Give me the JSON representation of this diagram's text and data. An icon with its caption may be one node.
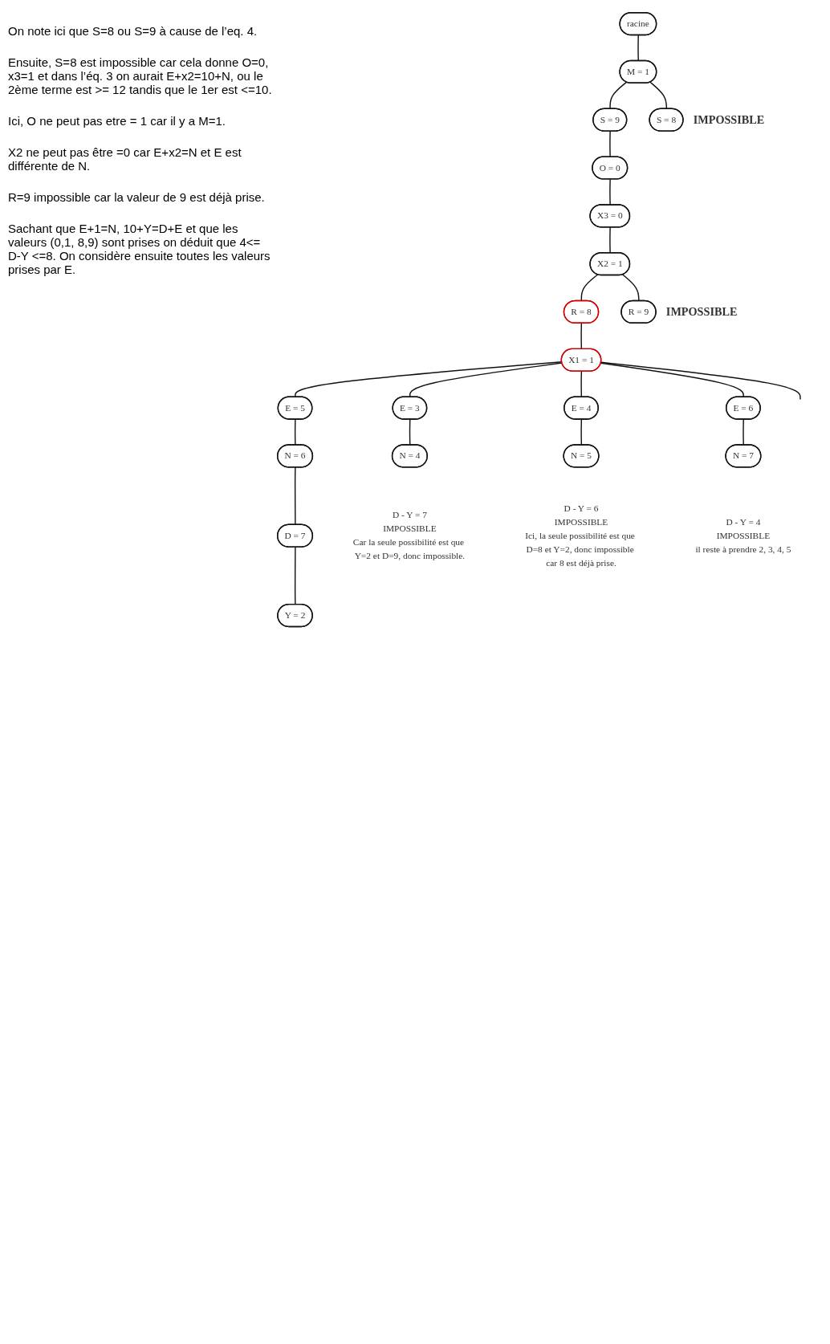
{
  "diagram": {
    "nodes": [
      {
        "text": [
          "racine"
        ]
      },
      {
        "text": [
          "M = 1"
        ]
      },
      {
        "text": [
          "S = 9"
        ]
      },
      {
        "text": [
          "S = 8"
        ],
        "beside": [
          "IMPOSSIBLE"
        ]
      },
      {
        "text": [
          "O = 0"
        ]
      },
      {
        "text": [
          "X3 = 0"
        ]
      },
      {
        "text": [
          "X2 = 1"
        ]
      },
      {
        "text": [
          "R = 8"
        ]
      },
      {
        "text": [
          "R = 9"
        ],
        "beside": [
          "IMPOSSIBLE"
        ]
      },
      {
        "text": [
          "X1 = 1"
        ]
      },
      {
        "text": [
          "E = 3"
        ]
      },
      {
        "text": [
          "N = 4"
        ],
        "beside": [
          "D - Y = 7",
          "IMPOSSIBLE",
          "Car la seule possibilité est que Y=2 et D=9, donc impossible."
        ]
      },
      {
        "text": [
          "E = 4"
        ]
      },
      {
        "text": [
          "N = 5"
        ],
        "beside": [
          "D - Y = 6",
          "IMPOSSIBLE",
          "Ici, la seule possibilité est que D=8 et Y=2, donc impossible car 8 est déjà prise."
        ]
      },
      {
        "text": [
          "E = 5"
        ]
      },
      {
        "text": [
          "N = 6"
        ]
      },
      {
        "text": [
          "D = 7"
        ]
      },
      {
        "text": [
          "Y = 2"
        ]
      },
      {
        "text": [
          "E = 6"
        ]
      },
      {
        "text": [
          "N = 7"
        ],
        "beside": [
          "D - Y = 4",
          "IMPOSSIBLE",
          "il reste à prendre 2, 3, 4, 5"
        ]
      }
    ],
    "edges": [
      {
        "from": 0,
        "to": 1,
        "arrow": "none"
      },
      {
        "from": 1,
        "to": 2,
        "arrow": "none"
      },
      {
        "from": 1,
        "to": 3,
        "arrow": "none"
      },
      {
        "from": 2,
        "to": 4,
        "arrow": "none"
      },
      {
        "from": 4,
        "to": 5,
        "arrow": "none"
      },
      {
        "from": 5,
        "to": 6,
        "arrow": "none"
      },
      {
        "from": 6,
        "to": 7,
        "arrow": "none"
      },
      {
        "from": 6,
        "to": 8,
        "arrow": "none"
      },
      {
        "from": 7,
        "to": 9,
        "arrow": "none"
      },
      {
        "from": 9,
        "to": null,
        "arrow": "none"
      },
      {
        "from": 9,
        "to": 10,
        "arrow": "none"
      },
      {
        "from": 9,
        "to": 12,
        "arrow": "none"
      },
      {
        "from": 9,
        "to": 14,
        "arrow": "none"
      },
      {
        "from": 9,
        "to": 18,
        "arrow": "none"
      },
      {
        "from": 10,
        "to": 11,
        "arrow": "none"
      },
      {
        "from": 12,
        "to": 13,
        "arrow": "none"
      },
      {
        "from": 14,
        "to": 15,
        "arrow": "none"
      },
      {
        "from": 15,
        "to": 16,
        "arrow": "none"
      },
      {
        "from": 16,
        "to": 17,
        "arrow": "none"
      },
      {
        "from": 18,
        "to": 19,
        "arrow": "none"
      }
    ],
    "labels": [
      "On note ici que S=8 ou S=9 à cause de l’eq. 4.",
      "Ensuite, S=8 est impossible car cela donne O=0, x3=1 et dans l’éq. 3 on aurait E+x2=10+N, ou le 2ème terme est >= 12 tandis que le 1er est <=10.",
      "Ici, O ne peut pas etre = 1 car il y a M=1.",
      "X2 ne peut pas être =0 car E+x2=N et E est différente de N.",
      "R=9 impossible car la valeur de 9 est déjà prise.",
      "Sachant que E+1=N, 10+Y=D+E et que les valeurs (0,1, 8,9) sont prises on déduit que 4<= D-Y <=8. On considère ensuite toutes les valeurs prises par E."
    ]
  }
}
